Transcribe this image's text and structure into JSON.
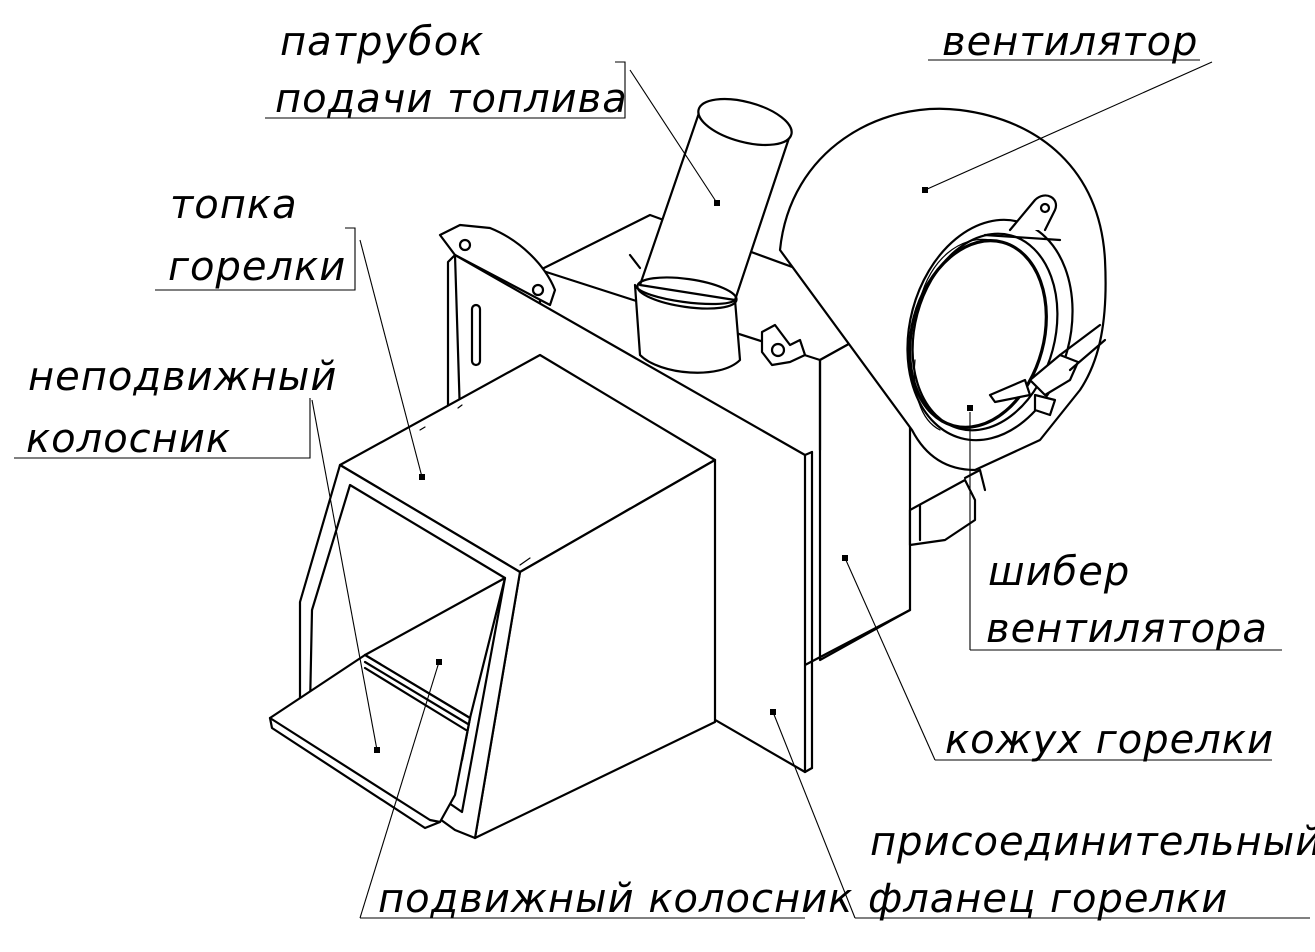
{
  "colors": {
    "line": "#000000",
    "background": "#ffffff"
  },
  "labels": {
    "fuel_pipe_line1": "патрубок",
    "fuel_pipe_line2": "подачи топлива",
    "fan": "вентилятор",
    "firebox_line1": "топка",
    "firebox_line2": "горелки",
    "fixed_grate_line1": "неподвижный",
    "fixed_grate_line2": "колосник",
    "fan_damper_line1": "шибер",
    "fan_damper_line2": "вентилятора",
    "burner_casing": "кожух горелки",
    "flange_line1": "присоединительный",
    "flange_line2": "фланец горелки",
    "movable_grate": "подвижный колосник"
  }
}
